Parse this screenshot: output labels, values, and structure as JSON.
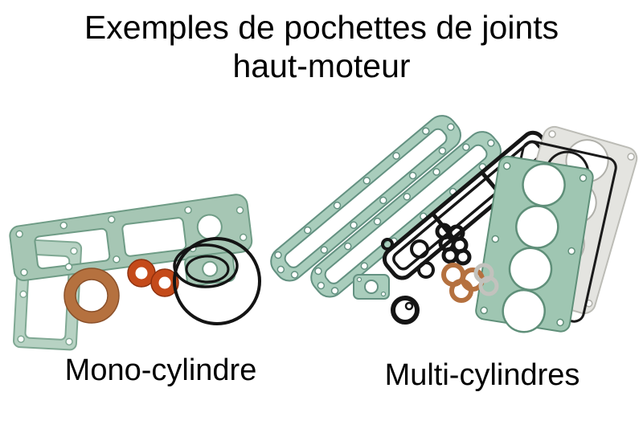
{
  "title": {
    "line1": "Exemples de pochettes de joints",
    "line2": "haut-moteur"
  },
  "figures": {
    "mono": {
      "caption": "Mono-cylindre"
    },
    "multi": {
      "caption": "Multi-cylindres"
    }
  },
  "palette": {
    "background": "#ffffff",
    "text": "#000000",
    "gasket_green": "#a6c6b4",
    "gasket_green_light": "#b7d2c3",
    "gasket_green_dark": "#6f9c86",
    "copper": "#b5713f",
    "red_seal": "#c44a1a",
    "rubber_black": "#141414",
    "metal_grey": "#e4e4e0"
  }
}
